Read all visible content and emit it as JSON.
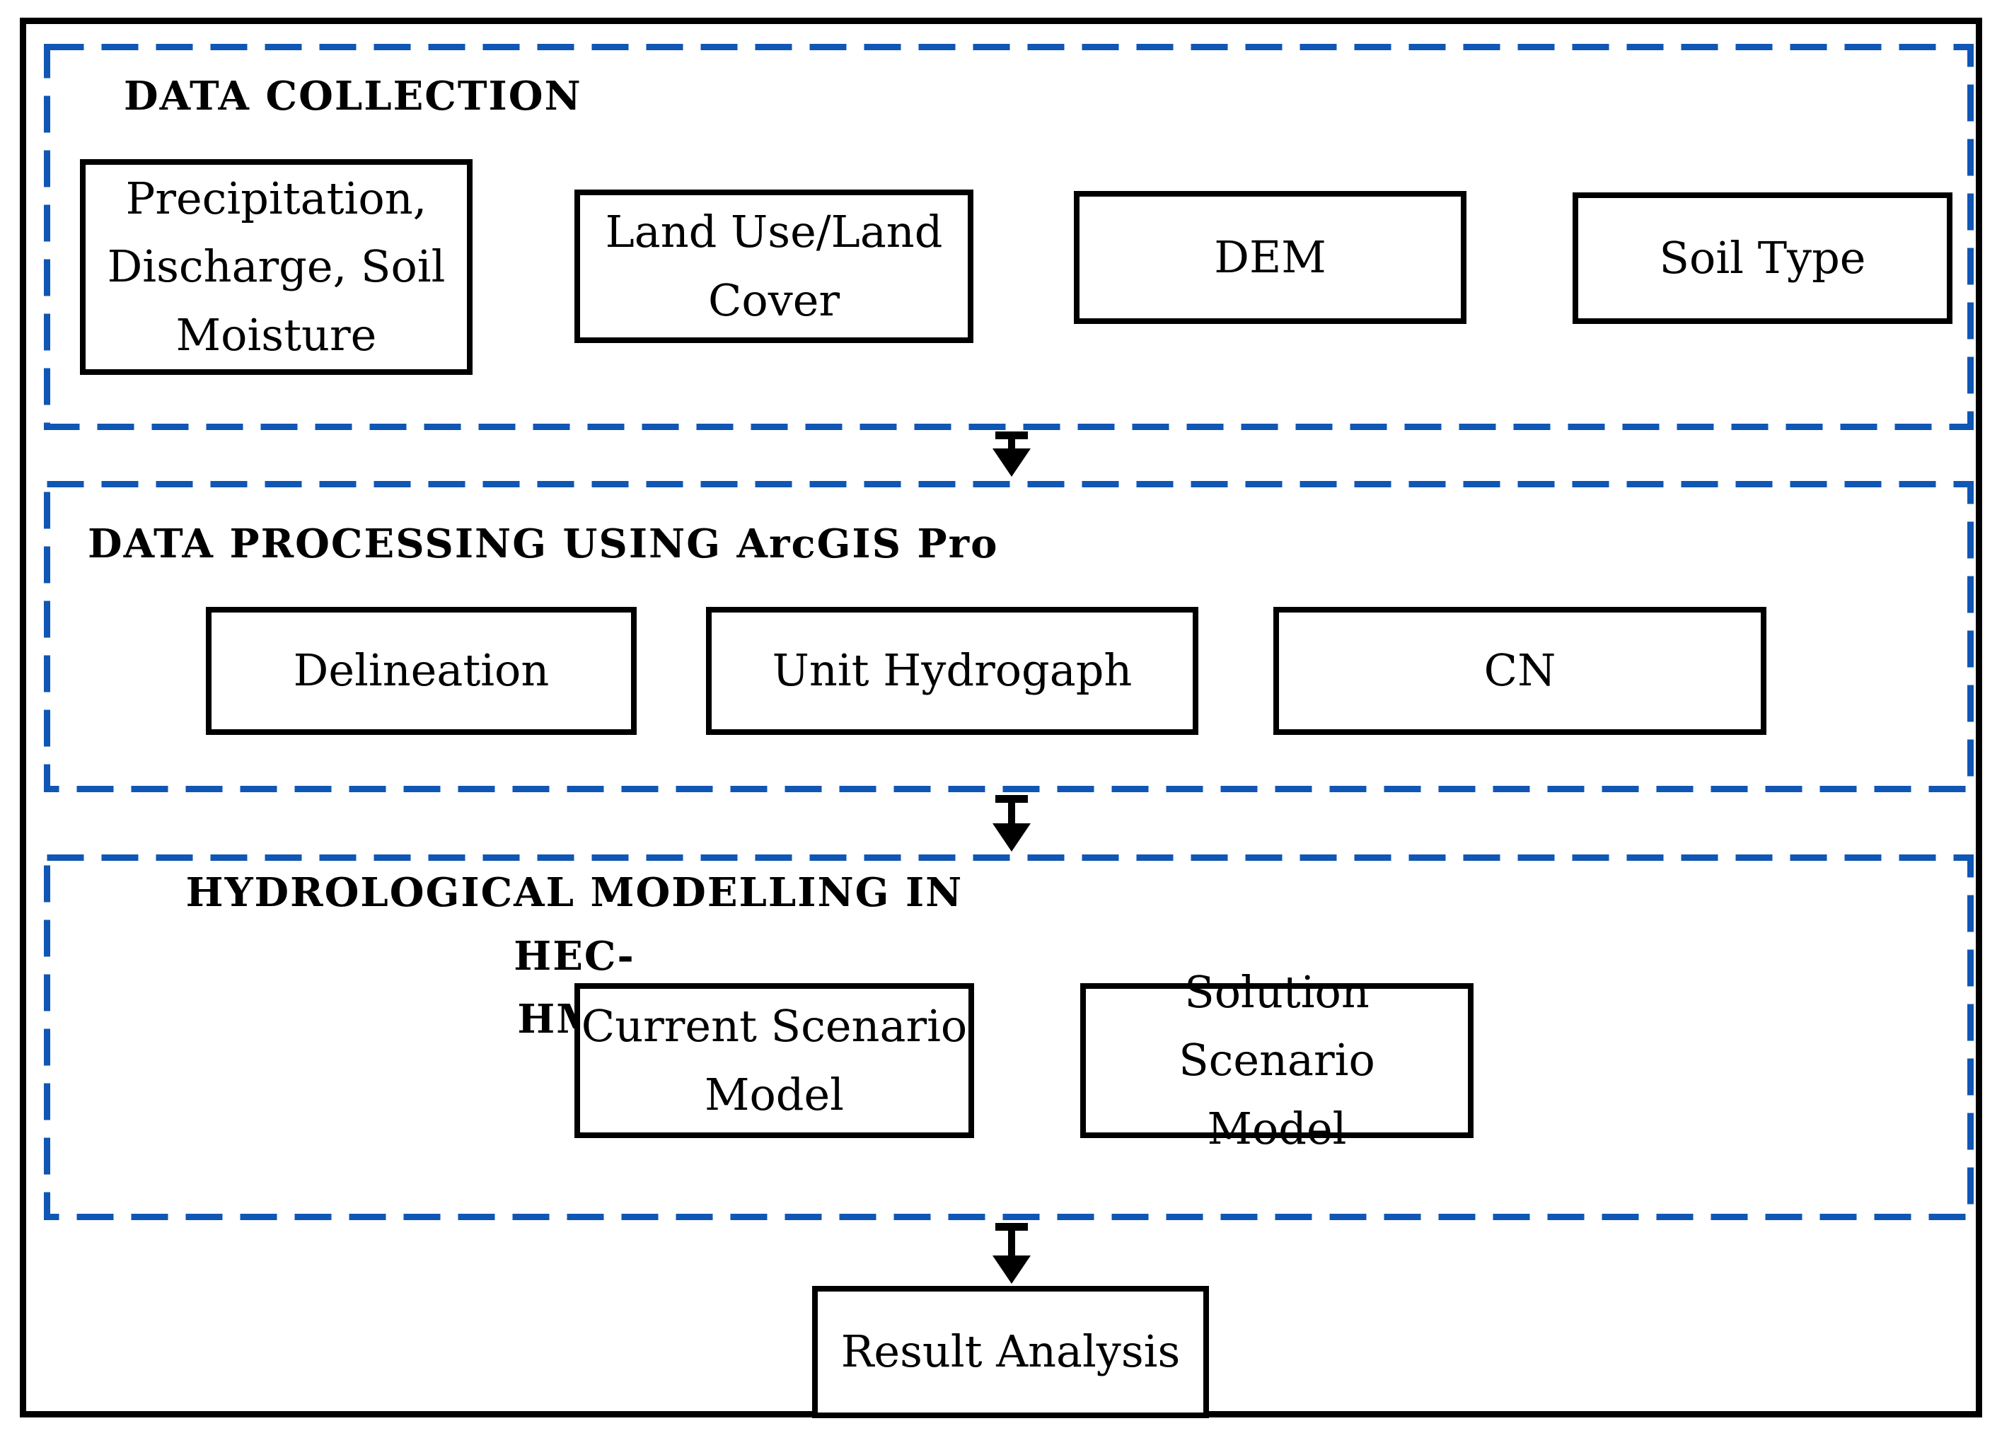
{
  "figure": {
    "colors": {
      "accent_blue": "#1056b4",
      "line_black": "#000000",
      "background": "#ffffff"
    },
    "sections": [
      {
        "id": "data-collection",
        "title": "DATA COLLECTION",
        "boxes": [
          {
            "label": "Precipitation,\nDischarge, Soil\nMoisture"
          },
          {
            "label": "Land Use/Land\nCover"
          },
          {
            "label": "DEM"
          },
          {
            "label": "Soil Type"
          }
        ]
      },
      {
        "id": "data-processing",
        "title": "DATA PROCESSING USING ArcGIS Pro",
        "boxes": [
          {
            "label": "Delineation"
          },
          {
            "label": "Unit Hydrogaph"
          },
          {
            "label": "CN"
          }
        ]
      },
      {
        "id": "hydrological-modelling",
        "title": "HYDROLOGICAL MODELLING IN HEC-\nHMS",
        "boxes": [
          {
            "label": "Current Scenario\nModel"
          },
          {
            "label": "Solution Scenario\nModel"
          }
        ]
      }
    ],
    "final_box": {
      "label": "Result Analysis"
    },
    "arrows": [
      {
        "name": "arrow-collection-to-processing"
      },
      {
        "name": "arrow-processing-to-modelling"
      },
      {
        "name": "arrow-modelling-to-result"
      }
    ]
  }
}
